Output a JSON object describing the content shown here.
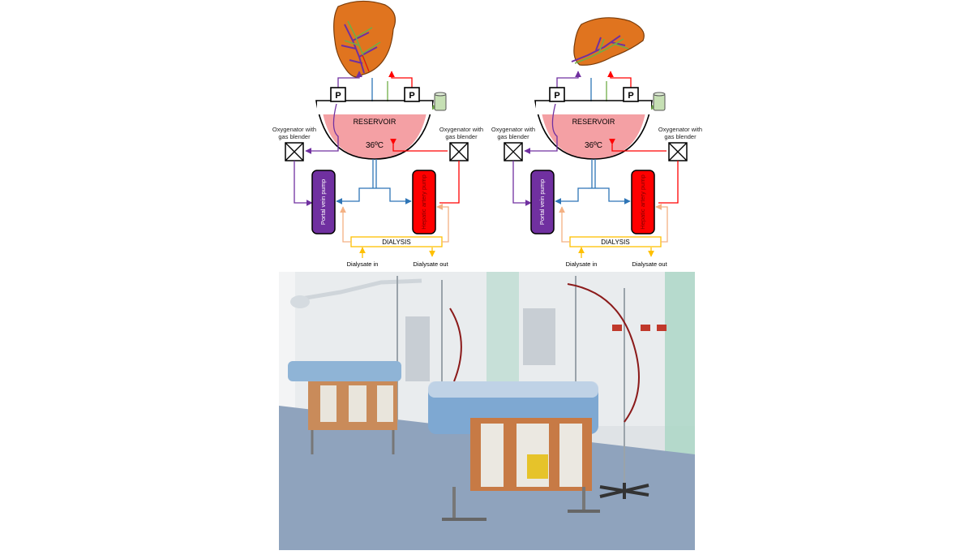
{
  "diagram": {
    "circuit_left": {
      "reservoir_label": "RESERVOIR",
      "temperature": "36ºC",
      "pump_box_label": "P",
      "oxygenator_left_line1": "Oxygenator with",
      "oxygenator_left_line2": "gas blender",
      "oxygenator_right_line1": "Oxygenator with",
      "oxygenator_right_line2": "gas blender",
      "portal_pump_label": "Portal vein pump",
      "hepatic_pump_label": "Hepatic artery pump",
      "dialysis_label": "DIALYSIS",
      "dialysate_in": "Dialysate in",
      "dialysate_out": "Dialysate out"
    },
    "circuit_right": {
      "reservoir_label": "RESERVOIR",
      "temperature": "36ºC",
      "pump_box_label": "P",
      "oxygenator_left_line1": "Oxygenator with",
      "oxygenator_left_line2": "gas blender",
      "oxygenator_right_line1": "Oxygenator with",
      "oxygenator_right_line2": "gas blender",
      "portal_pump_label": "Portal vein pump",
      "hepatic_pump_label": "Hepatic artery pump",
      "dialysis_label": "DIALYSIS",
      "dialysate_in": "Dialysate in",
      "dialysate_out": "Dialysate out"
    },
    "colors": {
      "liver": "#e0741f",
      "portal": "#7030a0",
      "hepatic": "#ff0000",
      "blue_flow": "#2e75b6",
      "green_flow": "#70ad47",
      "dialysis_line": "#ffc000",
      "dialysis_arrow": "#f4b183",
      "reservoir_fluid": "#f4a0a4"
    }
  },
  "photo": {
    "icon": "perfusion-room-photo"
  }
}
